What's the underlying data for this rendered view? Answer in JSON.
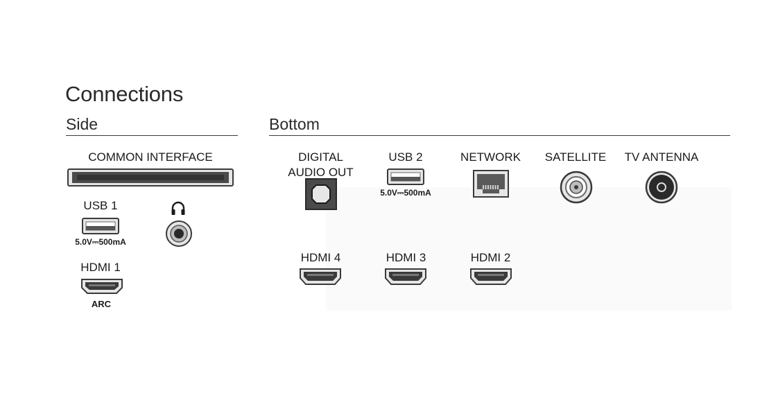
{
  "title": "Connections",
  "side": {
    "label": "Side",
    "common_interface": "COMMON INTERFACE",
    "usb1": {
      "label": "USB 1",
      "spec": "5.0V⎓500mA"
    },
    "hdmi1": {
      "label": "HDMI 1",
      "note": "ARC"
    }
  },
  "bottom": {
    "label": "Bottom",
    "digital_audio_out": "DIGITAL\nAUDIO OUT",
    "usb2": {
      "label": "USB 2",
      "spec": "5.0V⎓500mA"
    },
    "network": "NETWORK",
    "satellite": "SATELLITE",
    "tv_antenna": "TV ANTENNA",
    "hdmi4": "HDMI 4",
    "hdmi3": "HDMI 3",
    "hdmi2": "HDMI 2"
  },
  "colors": {
    "text": "#1a1a1a",
    "port_dark": "#3a3a3a",
    "port_fill": "#e6e6e6"
  },
  "icons": [
    "ci-slot-icon",
    "usb-port-icon",
    "headphone-icon",
    "audio-jack-icon",
    "hdmi-port-icon",
    "optical-port-icon",
    "ethernet-port-icon",
    "coax-satellite-icon",
    "coax-antenna-icon"
  ]
}
